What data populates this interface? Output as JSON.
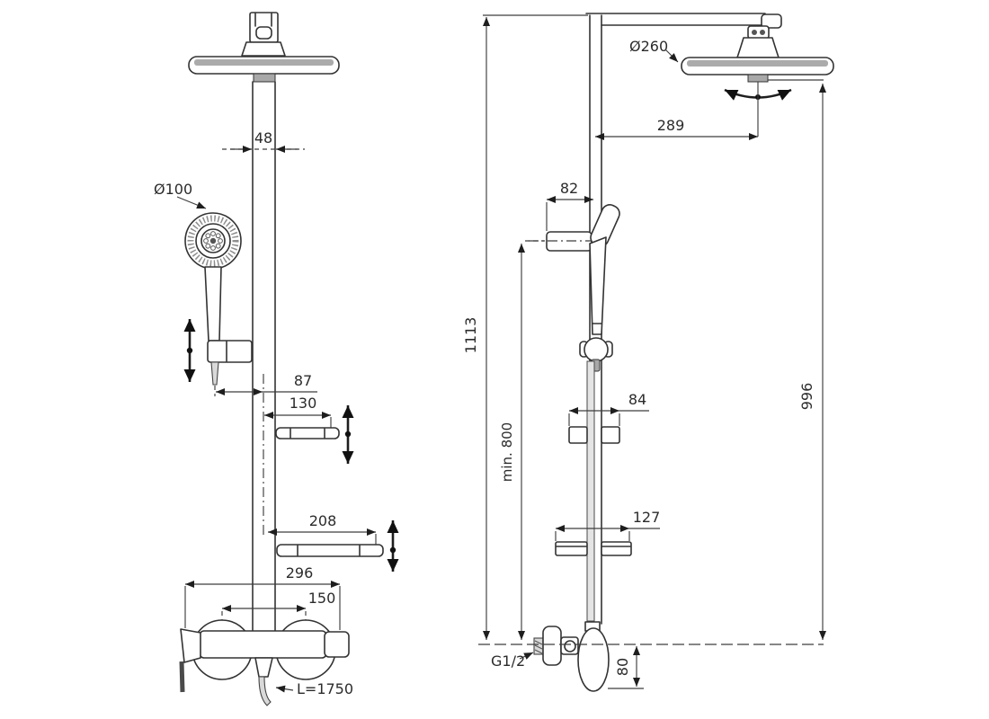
{
  "drawing": {
    "kind": "technical-dimension-drawing",
    "subject": "shower column system with mixer, front and side views",
    "line_color": "#333333",
    "gray_fill": "#a8a8a8"
  },
  "front": {
    "column_width": "48",
    "hand_shower_diameter": "Ø100",
    "hand_shower_offset": "87",
    "soap_shelf_width": "130",
    "lower_shelf_width": "208",
    "mixer_width": "296",
    "connection_centres": "150",
    "hose_length": "L=1750"
  },
  "side": {
    "overall_height": "1113",
    "min_mounting_height": "min. 800",
    "head_diameter": "Ø260",
    "head_reach": "289",
    "head_height": "996",
    "holder_depth": "82",
    "soap_shelf_depth": "84",
    "lower_shelf_depth": "127",
    "thread": "G1/2",
    "handle_drop": "80"
  }
}
